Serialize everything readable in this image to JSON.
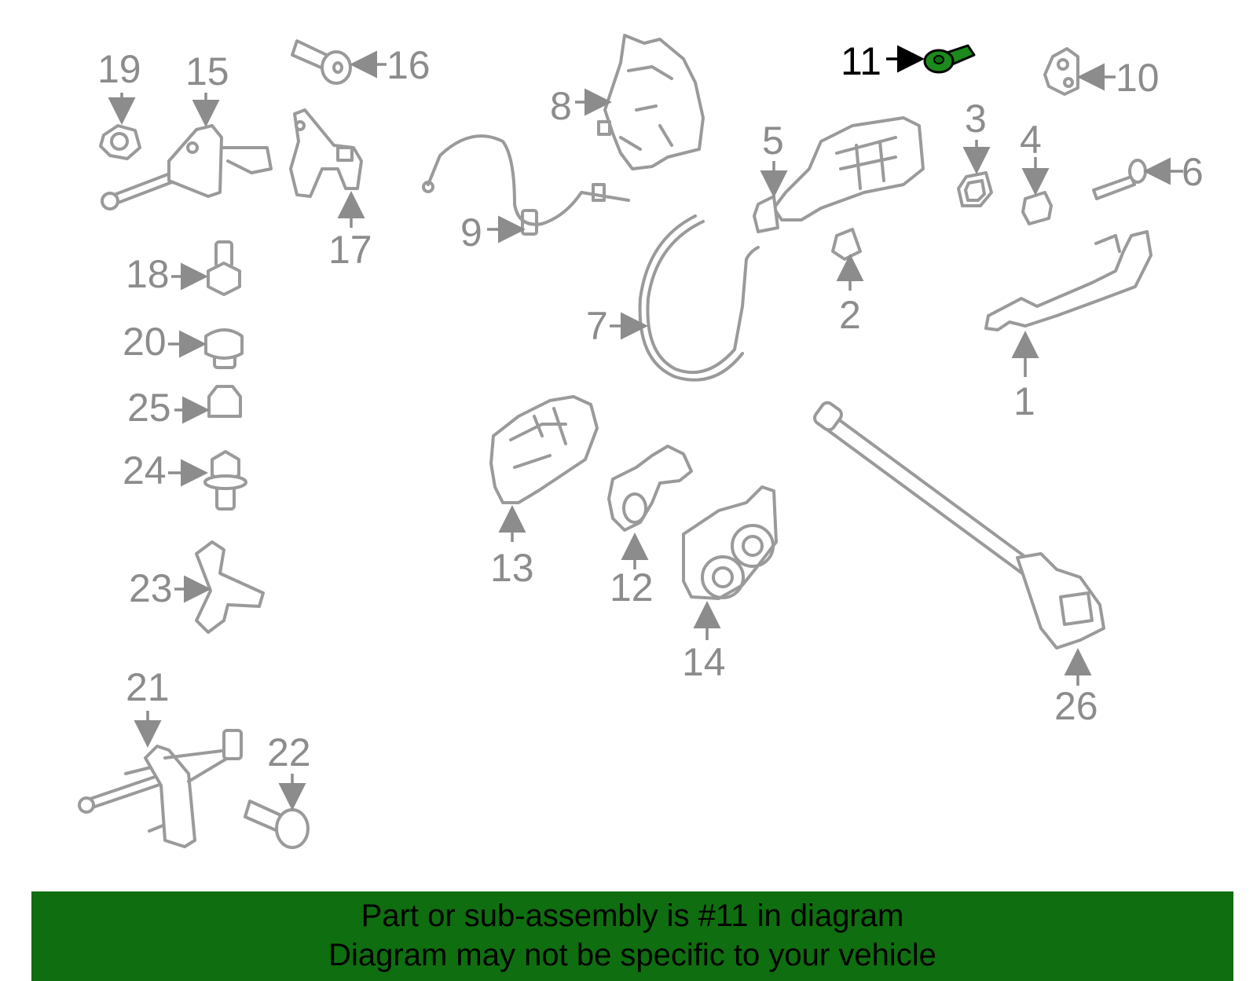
{
  "diagram": {
    "highlight_color": "#1c8a1c",
    "part_color": "#9a9a9a",
    "label_color": "#8c8c8c",
    "labels": {
      "p1": "1",
      "p2": "2",
      "p3": "3",
      "p4": "4",
      "p5": "5",
      "p6": "6",
      "p7": "7",
      "p8": "8",
      "p9": "9",
      "p10": "10",
      "p11": "11",
      "p12": "12",
      "p13": "13",
      "p14": "14",
      "p15": "15",
      "p16": "16",
      "p17": "17",
      "p18": "18",
      "p19": "19",
      "p20": "20",
      "p21": "21",
      "p22": "22",
      "p23": "23",
      "p24": "24",
      "p25": "25",
      "p26": "26"
    }
  },
  "banner": {
    "background": "#0f6e0f",
    "line1": "Part or sub-assembly is #11 in diagram",
    "line2": "Diagram may not be specific to your vehicle"
  }
}
